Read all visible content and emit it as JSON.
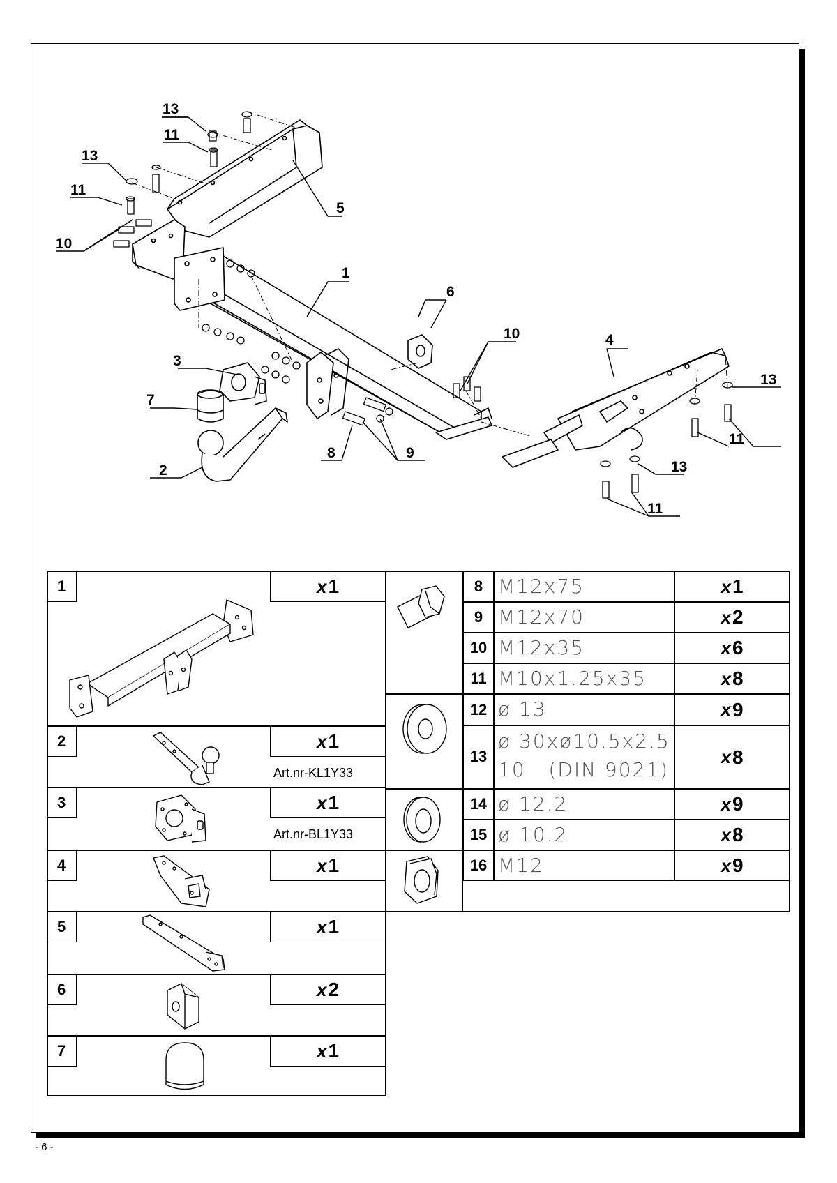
{
  "callouts": {
    "c13a": "13",
    "c11a": "11",
    "c13b": "13",
    "c11b": "11",
    "c10a": "10",
    "c5": "5",
    "c1": "1",
    "c6": "6",
    "c10b": "10",
    "c4": "4",
    "c13c": "13",
    "c3": "3",
    "c7": "7",
    "c11c": "11",
    "c9": "9",
    "c8": "8",
    "c2": "2",
    "c13d": "13",
    "c11d": "11"
  },
  "left_table": [
    {
      "num": "1",
      "x": "x",
      "qty": "1",
      "art": ""
    },
    {
      "num": "2",
      "x": "x",
      "qty": "1",
      "art": "Art.nr-KL1Y33"
    },
    {
      "num": "3",
      "x": "x",
      "qty": "1",
      "art": "Art.nr-BL1Y33"
    },
    {
      "num": "4",
      "x": "x",
      "qty": "1",
      "art": ""
    },
    {
      "num": "5",
      "x": "x",
      "qty": "1",
      "art": ""
    },
    {
      "num": "6",
      "x": "x",
      "qty": "2",
      "art": ""
    },
    {
      "num": "7",
      "x": "x",
      "qty": "1",
      "art": ""
    }
  ],
  "right_table": [
    {
      "num": "8",
      "spec": "M12x75",
      "spec2": "",
      "x": "x",
      "qty": "1"
    },
    {
      "num": "9",
      "spec": "M12x70",
      "spec2": "",
      "x": "x",
      "qty": "2"
    },
    {
      "num": "10",
      "spec": "M12x35",
      "spec2": "",
      "x": "x",
      "qty": "6"
    },
    {
      "num": "11",
      "spec": "M10x1.25x35",
      "spec2": "",
      "x": "x",
      "qty": "8"
    },
    {
      "num": "12",
      "spec": "ø 13",
      "spec2": "",
      "x": "x",
      "qty": "9"
    },
    {
      "num": "13",
      "spec": "ø 30xø10.5x2.5",
      "spec2": "10   (DIN 9021)",
      "x": "x",
      "qty": "8"
    },
    {
      "num": "14",
      "spec": "ø 12.2",
      "spec2": "",
      "x": "x",
      "qty": "9"
    },
    {
      "num": "15",
      "spec": "ø 10.2",
      "spec2": "",
      "x": "x",
      "qty": "8"
    },
    {
      "num": "16",
      "spec": "M12",
      "spec2": "",
      "x": "x",
      "qty": "9"
    }
  ],
  "icons": {
    "bolt": "hex-bolt-icon",
    "washer": "flat-washer-icon",
    "spring_washer": "spring-washer-icon",
    "nut": "hex-nut-icon"
  },
  "footer": {
    "page": "- 6 -"
  }
}
